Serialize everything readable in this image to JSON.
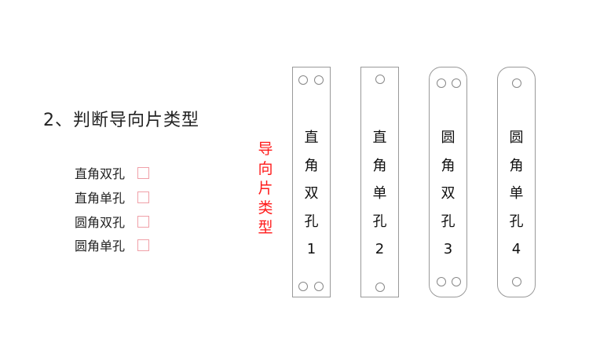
{
  "title": "2、判断导向片类型",
  "options": [
    {
      "label": "直角双孔",
      "checked": false
    },
    {
      "label": "直角单孔",
      "checked": false
    },
    {
      "label": "圆角双孔",
      "checked": false
    },
    {
      "label": "圆角单孔",
      "checked": false
    }
  ],
  "vertical_label": [
    "导",
    "向",
    "片",
    "类",
    "型"
  ],
  "plates": [
    {
      "chars": [
        "直",
        "角",
        "双",
        "孔"
      ],
      "number": "1"
    },
    {
      "chars": [
        "直",
        "角",
        "单",
        "孔"
      ],
      "number": "2"
    },
    {
      "chars": [
        "圆",
        "角",
        "双",
        "孔"
      ],
      "number": "3"
    },
    {
      "chars": [
        "圆",
        "角",
        "单",
        "孔"
      ],
      "number": "4"
    }
  ],
  "colors": {
    "accent": "#ff1a1a",
    "checkbox_border": "#f0a0a8"
  }
}
